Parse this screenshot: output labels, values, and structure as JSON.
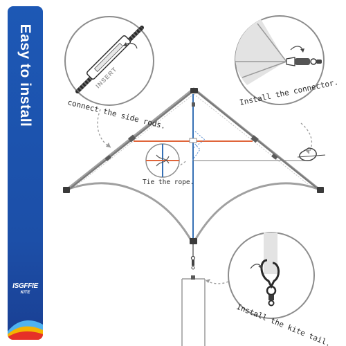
{
  "banner": {
    "title": "Easy to install",
    "brand_name": "ISGFFIE",
    "brand_sub": "KITE",
    "color": "#1d58b5",
    "accent_colors": [
      "#e63027",
      "#f4b400",
      "#4fb3f0"
    ]
  },
  "callouts": {
    "side_rods": {
      "caption": "connect the side rods.",
      "label": "INSERT"
    },
    "connector": {
      "caption": "Install the connector."
    },
    "rope": {
      "caption": "Tie the rope."
    },
    "tail": {
      "caption": "Install the kite tail."
    }
  },
  "colors": {
    "outline": "#8c8c8c",
    "spine": "#3670b5",
    "spar": "#e0653a",
    "dark": "#2a2a2a"
  }
}
